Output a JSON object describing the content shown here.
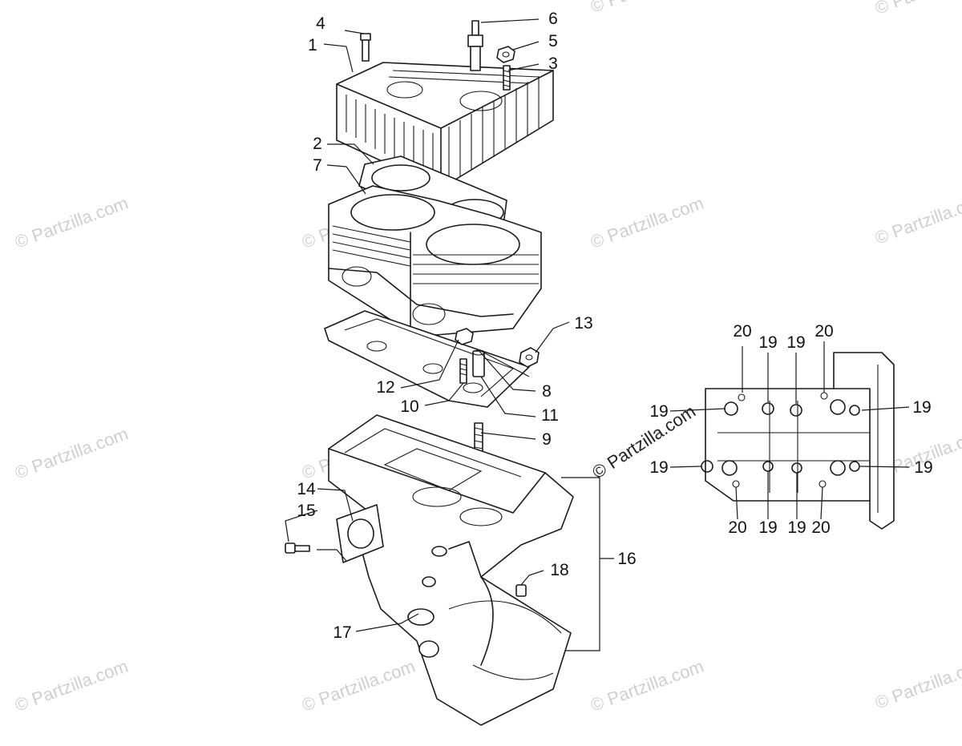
{
  "watermark": {
    "text": "© Partzilla.com"
  },
  "callouts": [
    {
      "id": "c4",
      "label": "4"
    },
    {
      "id": "c1",
      "label": "1"
    },
    {
      "id": "c6",
      "label": "6"
    },
    {
      "id": "c5",
      "label": "5"
    },
    {
      "id": "c3",
      "label": "3"
    },
    {
      "id": "c2",
      "label": "2"
    },
    {
      "id": "c7",
      "label": "7"
    },
    {
      "id": "c13",
      "label": "13"
    },
    {
      "id": "c12",
      "label": "12"
    },
    {
      "id": "c10",
      "label": "10"
    },
    {
      "id": "c8",
      "label": "8"
    },
    {
      "id": "c11",
      "label": "11"
    },
    {
      "id": "c9",
      "label": "9"
    },
    {
      "id": "c14",
      "label": "14"
    },
    {
      "id": "c15",
      "label": "15"
    },
    {
      "id": "c16",
      "label": "16"
    },
    {
      "id": "c18",
      "label": "18"
    },
    {
      "id": "c17",
      "label": "17"
    },
    {
      "id": "d20a",
      "label": "20"
    },
    {
      "id": "d19a",
      "label": "19"
    },
    {
      "id": "d19b",
      "label": "19"
    },
    {
      "id": "d20b",
      "label": "20"
    },
    {
      "id": "d19c",
      "label": "19"
    },
    {
      "id": "d19d",
      "label": "19"
    },
    {
      "id": "d19e",
      "label": "19"
    },
    {
      "id": "d19f",
      "label": "19"
    },
    {
      "id": "d20c",
      "label": "20"
    },
    {
      "id": "d19g",
      "label": "19"
    },
    {
      "id": "d19h",
      "label": "19"
    },
    {
      "id": "d20d",
      "label": "20"
    }
  ]
}
